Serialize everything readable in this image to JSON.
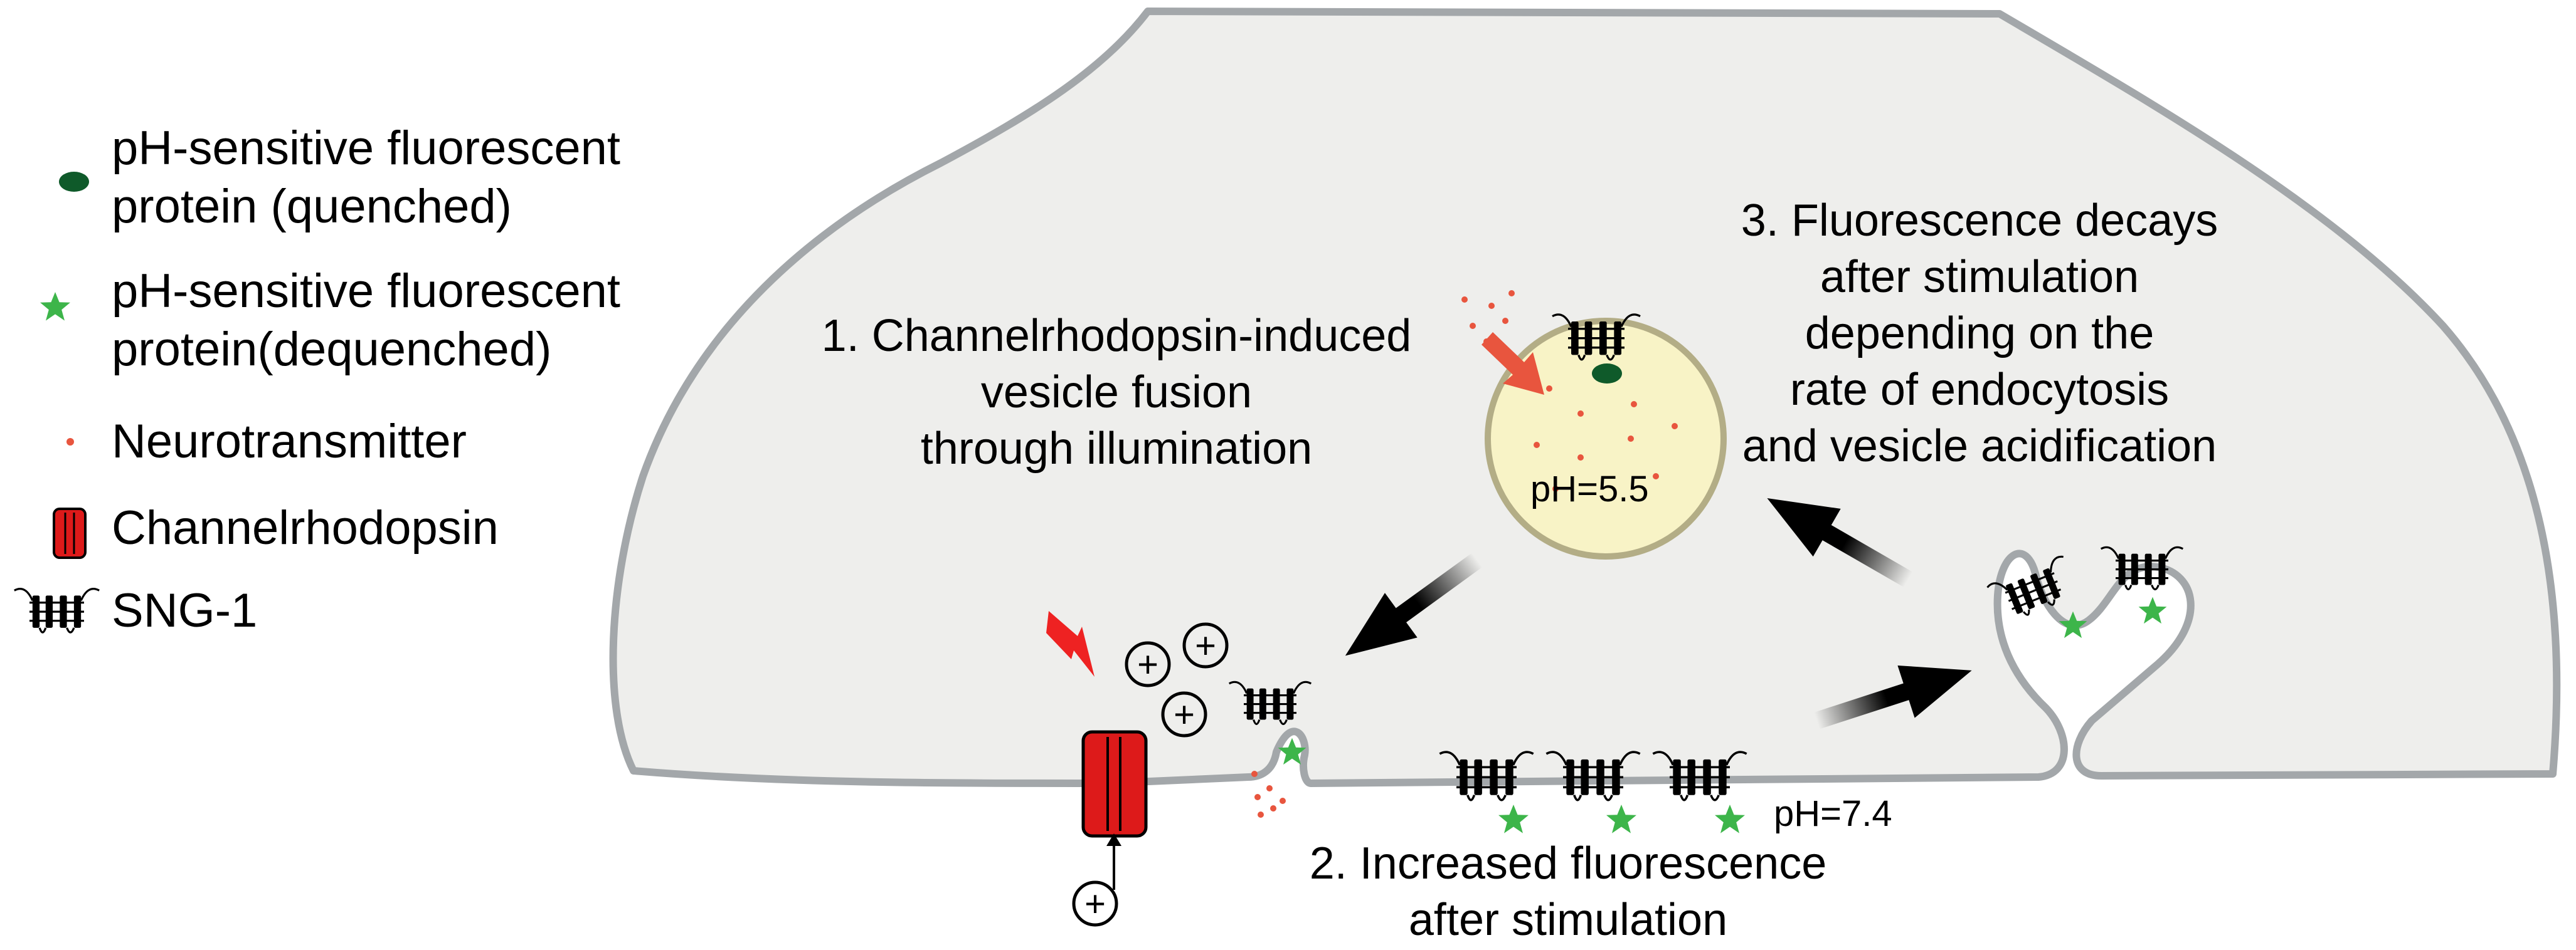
{
  "legend": {
    "quenched": {
      "line1": "pH-sensitive fluorescent",
      "line2": "protein (quenched)"
    },
    "dequenched": {
      "line1": "pH-sensitive fluorescent",
      "line2": "protein(dequenched)"
    },
    "neurotransmitter": "Neurotransmitter",
    "channelrhodopsin": "Channelrhodopsin",
    "sng1": "SNG-1"
  },
  "steps": {
    "step1": {
      "line1": "1. Channelrhodopsin-induced",
      "line2": "vesicle fusion",
      "line3": "through illumination"
    },
    "step2": {
      "line1": "2. Increased fluorescence",
      "line2": "after stimulation"
    },
    "step3": {
      "line1": "3. Fluorescence decays",
      "line2": "after stimulation",
      "line3": "depending on the",
      "line4": "rate of endocytosis",
      "line5": "and vesicle acidification"
    }
  },
  "vesicle_ph": "pH=5.5",
  "cleft_ph": "pH=7.4",
  "ion_symbol": "+",
  "colors": {
    "terminal_fill": "#eeeeec",
    "membrane": "#a3a7aa",
    "vesicle_fill": "#f8f3c6",
    "vesicle_stroke": "#b3ad86",
    "quenched_green": "#0f5a2a",
    "dequenched_green": "#3db54a",
    "neurotransmitter": "#e8553e",
    "channelrhodopsin": "#dd1a1a",
    "lightning": "#ee2222"
  }
}
